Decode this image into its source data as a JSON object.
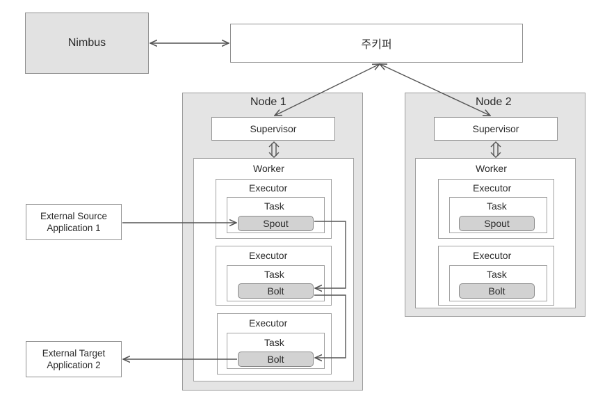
{
  "nimbus": "Nimbus",
  "zookeeper": "주키퍼",
  "external_source": [
    "External Source",
    "Application 1"
  ],
  "external_target": [
    "External Target",
    "Application 2"
  ],
  "node1": {
    "title": "Node 1",
    "supervisor": "Supervisor",
    "worker": "Worker",
    "executors": [
      {
        "label": "Executor",
        "task": "Task",
        "component": "Spout"
      },
      {
        "label": "Executor",
        "task": "Task",
        "component": "Bolt"
      },
      {
        "label": "Executor",
        "task": "Task",
        "component": "Bolt"
      }
    ]
  },
  "node2": {
    "title": "Node 2",
    "supervisor": "Supervisor",
    "worker": "Worker",
    "executors": [
      {
        "label": "Executor",
        "task": "Task",
        "component": "Spout"
      },
      {
        "label": "Executor",
        "task": "Task",
        "component": "Bolt"
      }
    ]
  }
}
